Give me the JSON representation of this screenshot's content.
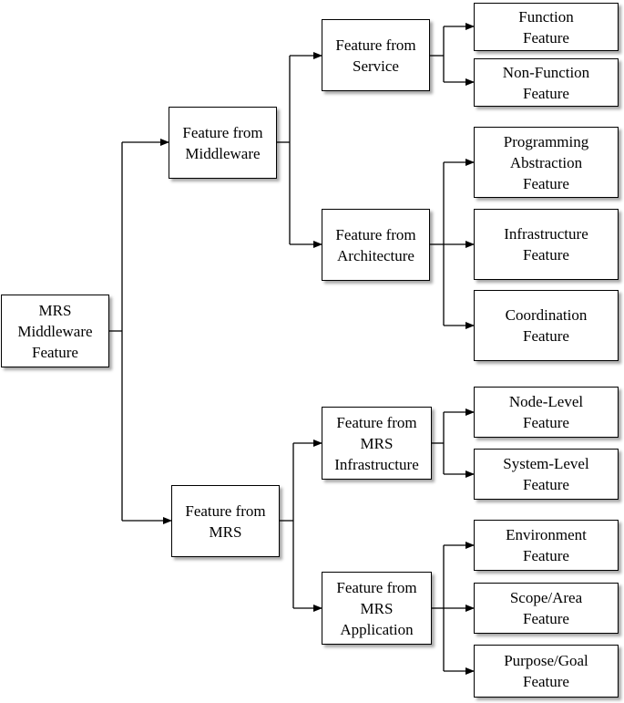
{
  "root": {
    "lines": [
      "MRS",
      "Middleware",
      "Feature"
    ]
  },
  "middleware": {
    "lines": [
      "Feature from",
      "Middleware"
    ],
    "service": {
      "lines": [
        "Feature from",
        "Service"
      ],
      "function": {
        "lines": [
          "Function",
          "Feature"
        ]
      },
      "nonfunction": {
        "lines": [
          "Non-Function",
          "Feature"
        ]
      }
    },
    "architecture": {
      "lines": [
        "Feature from",
        "Architecture"
      ],
      "programming": {
        "lines": [
          "Programming",
          "Abstraction",
          "Feature"
        ]
      },
      "infrastructure": {
        "lines": [
          "Infrastructure",
          "Feature"
        ]
      },
      "coordination": {
        "lines": [
          "Coordination",
          "Feature"
        ]
      }
    }
  },
  "mrs": {
    "lines": [
      "Feature from",
      "MRS"
    ],
    "infrastructure": {
      "lines": [
        "Feature from",
        "MRS",
        "Infrastructure"
      ],
      "nodelevel": {
        "lines": [
          "Node-Level",
          "Feature"
        ]
      },
      "systemlevel": {
        "lines": [
          "System-Level",
          "Feature"
        ]
      }
    },
    "application": {
      "lines": [
        "Feature from",
        "MRS",
        "Application"
      ],
      "environment": {
        "lines": [
          "Environment",
          "Feature"
        ]
      },
      "scope": {
        "lines": [
          "Scope/Area",
          "Feature"
        ]
      },
      "purpose": {
        "lines": [
          "Purpose/Goal",
          "Feature"
        ]
      }
    }
  }
}
